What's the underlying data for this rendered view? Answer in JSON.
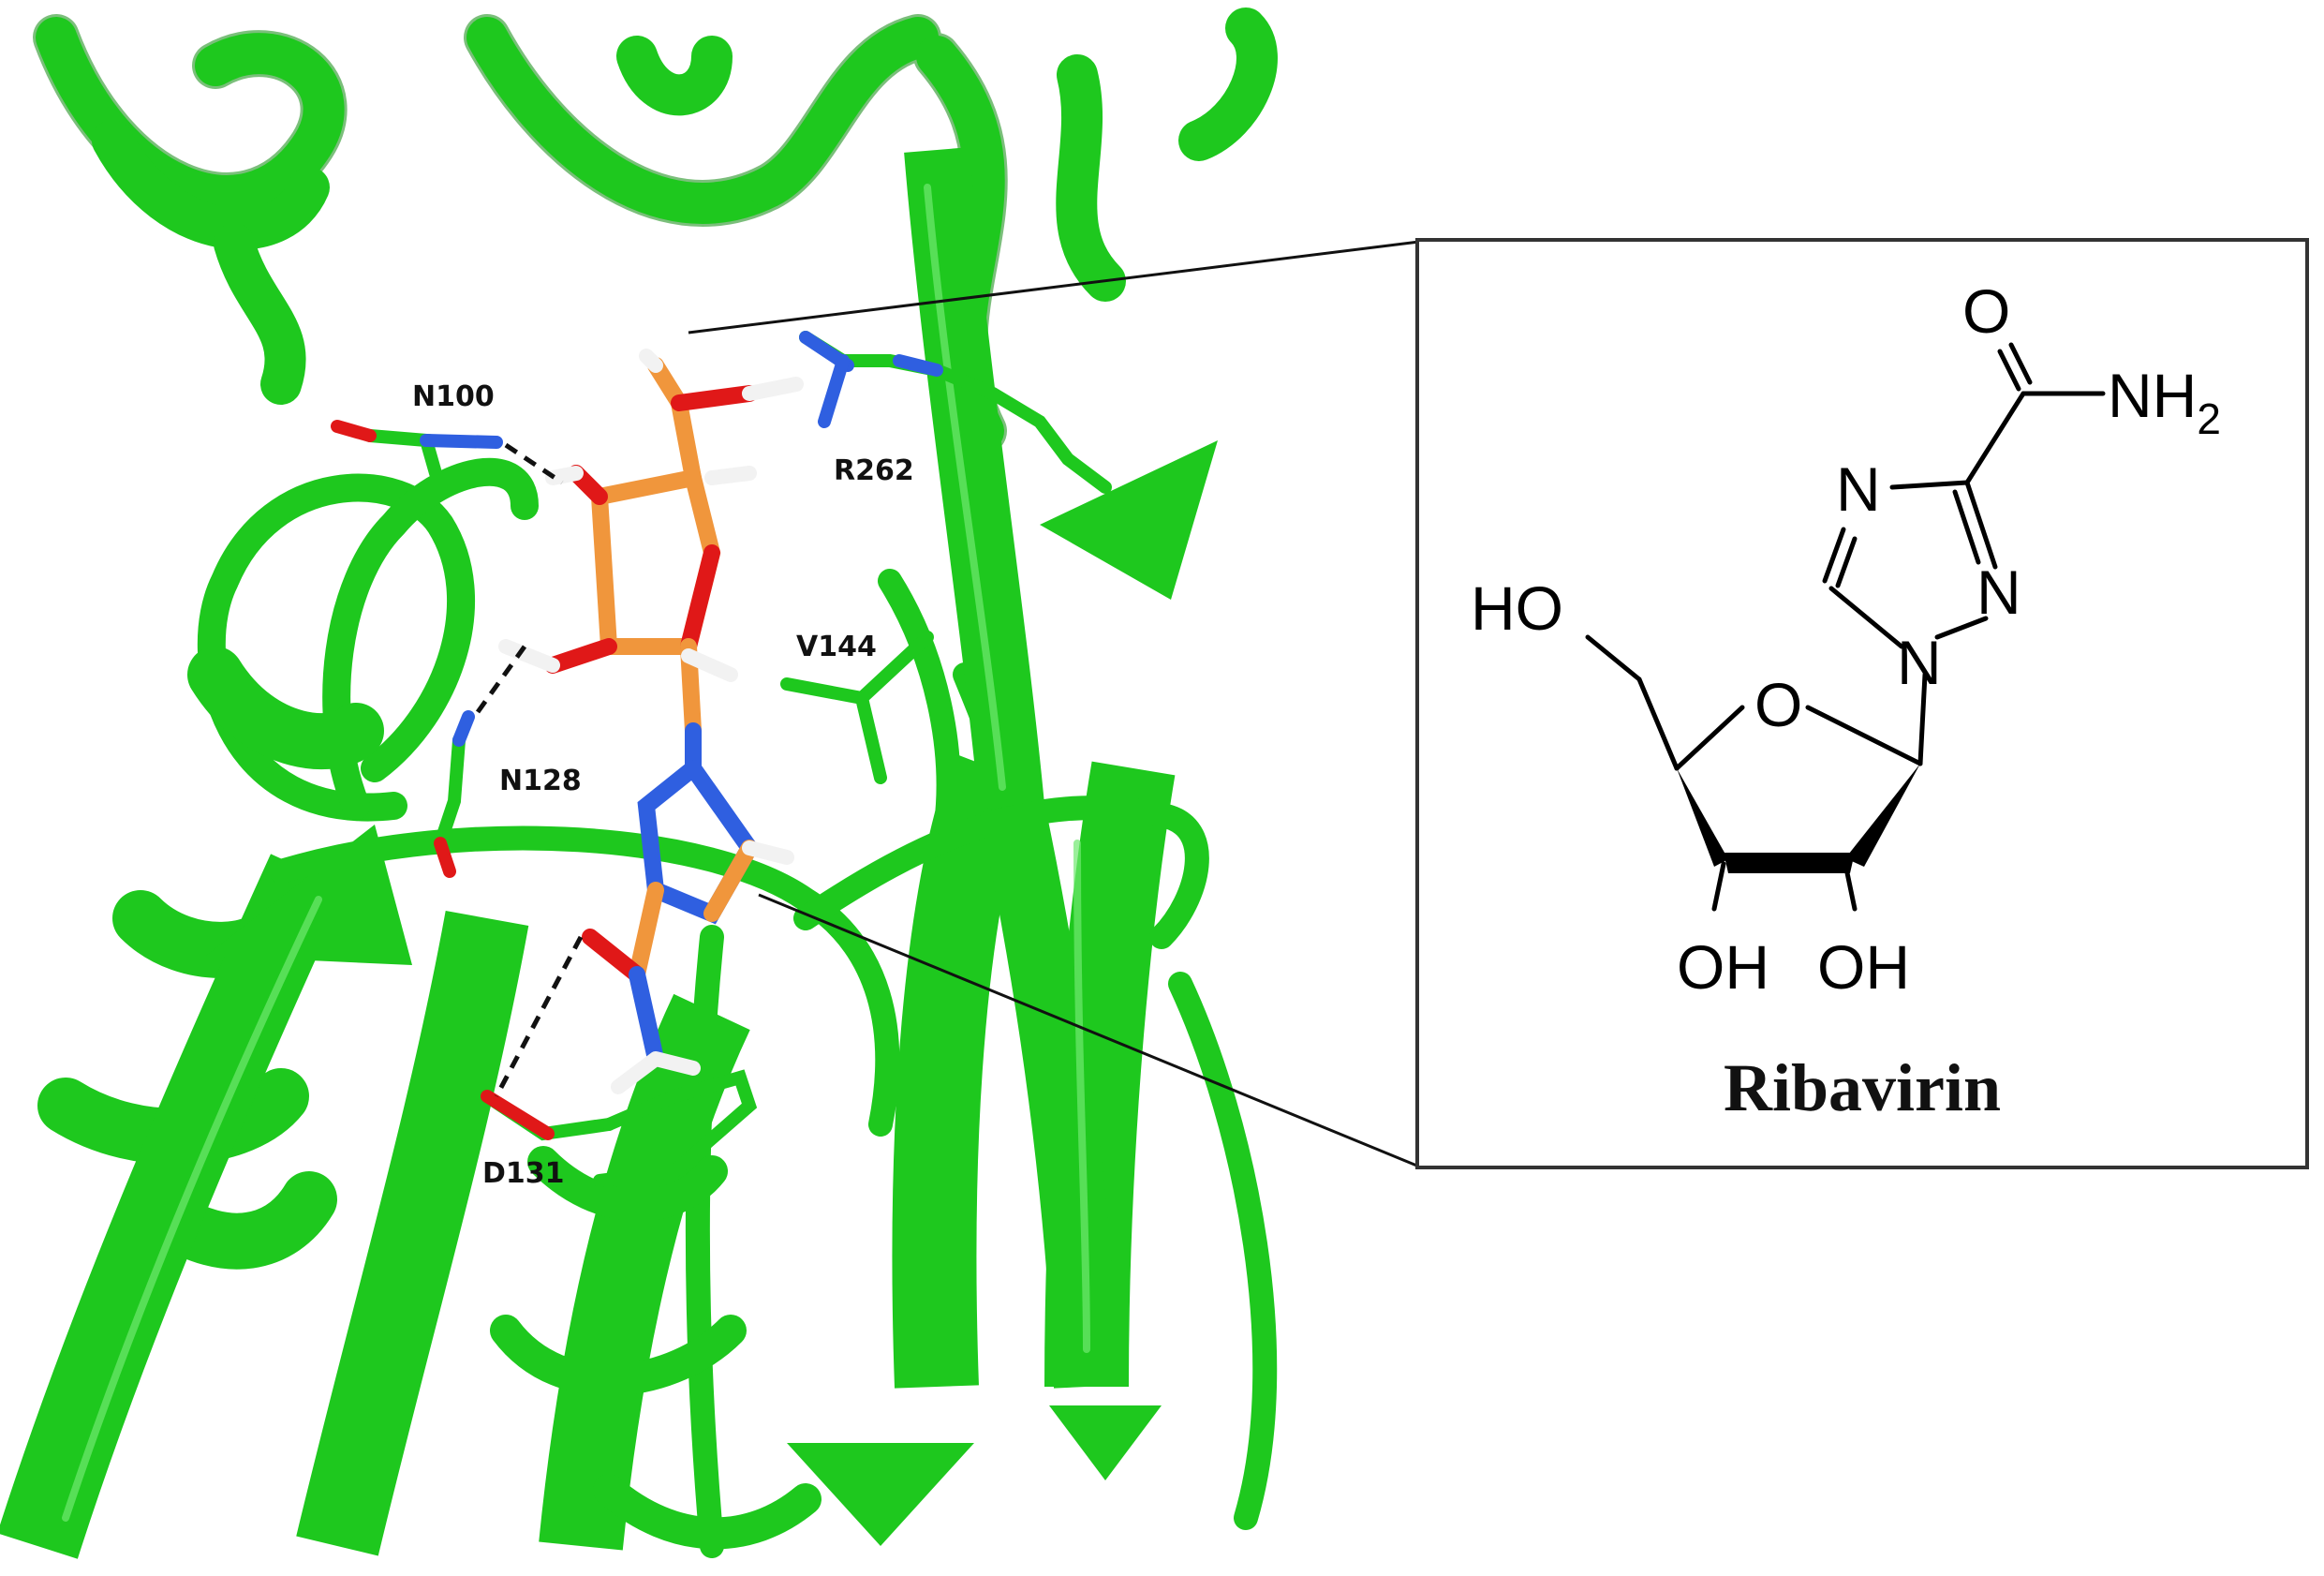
{
  "residues": {
    "n100": "N100",
    "r262": "R262",
    "v144": "V144",
    "n128": "N128",
    "d131": "D131"
  },
  "structure": {
    "o_carbonyl": "O",
    "nh": "NH",
    "nh_sub": "2",
    "n_ring_left": "N",
    "n_ring_right": "N",
    "n_ring_bottom": "N",
    "ho": "HO",
    "o_ring": "O",
    "oh_left": "OH",
    "oh_right": "OH"
  },
  "compound_name": "Ribavirin",
  "colors": {
    "protein": "#1ec81e",
    "protein_dark": "#0f8a0f",
    "ligand_carbon": "#f0963c",
    "nitrogen": "#2f5fe0",
    "oxygen": "#e01818",
    "hydrogen": "#f2f2f2"
  }
}
